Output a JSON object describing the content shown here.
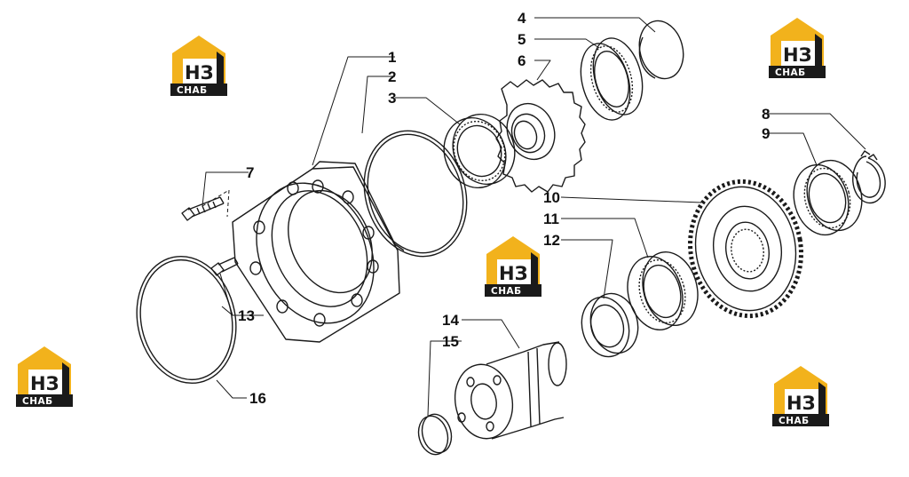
{
  "callouts": [
    "1",
    "2",
    "3",
    "4",
    "5",
    "6",
    "7",
    "8",
    "9",
    "10",
    "11",
    "12",
    "13",
    "14",
    "15",
    "16"
  ],
  "logo": {
    "letters": "НЗ",
    "text": "СНАБ",
    "accent": "#f2b21c",
    "dark": "#1a1a1a"
  }
}
